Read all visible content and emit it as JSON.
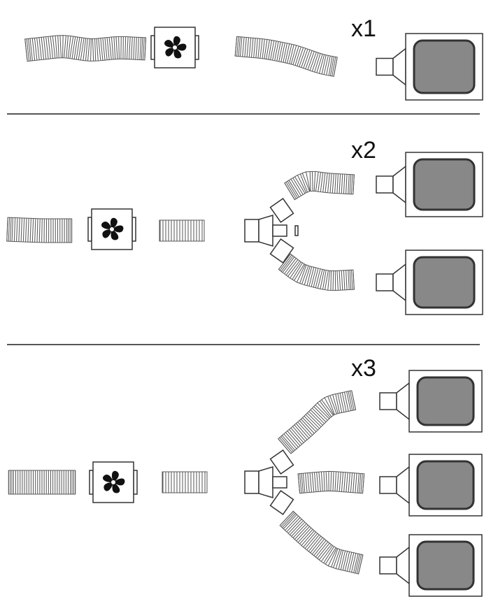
{
  "sections": [
    {
      "label": "x1"
    },
    {
      "label": "x2"
    },
    {
      "label": "x3"
    }
  ],
  "colors": {
    "outline": "#333333",
    "screen_fill": "#888888",
    "hose_lines": "#555555",
    "fan_blades": "#111111"
  },
  "icons": [
    "fan-icon",
    "hose",
    "splitter",
    "outlet-box"
  ]
}
